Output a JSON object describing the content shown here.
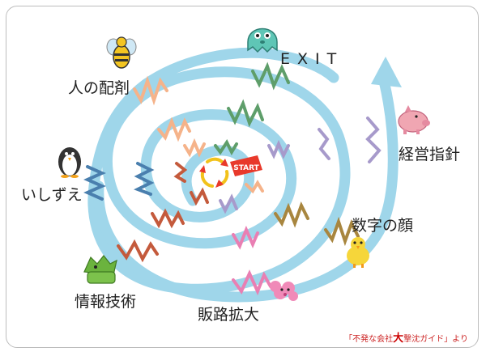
{
  "labels": {
    "exit": "EXIT",
    "staffing": "人の配剤",
    "foundation": "いしずえ",
    "it": "情報技術",
    "sales": "販路拡大",
    "number_face": "数字の顔",
    "guideline": "経営指針",
    "start": "START"
  },
  "credit": {
    "open": "「不発な会社",
    "big": "大",
    "close": "撃沈ガイド」より"
  },
  "colors": {
    "spiral": "#9fd6ea",
    "start_badge": "#e8392b",
    "zigzag_orange": "#f5b38a",
    "zigzag_green": "#5e9e6a",
    "zigzag_purple": "#a79acb",
    "zigzag_brown": "#a8863f",
    "zigzag_red": "#c45a3c",
    "zigzag_blue": "#4a7fae",
    "zigzag_pink": "#e97fb3"
  },
  "icons": {
    "bee": "bee-icon",
    "ghost": "ghost-icon",
    "penguin": "penguin-icon",
    "crocodile": "crocodile-icon",
    "pig": "pig-icon",
    "poodle": "poodle-icon",
    "chick": "chick-icon",
    "recycle": "recycle-arrows-icon"
  }
}
